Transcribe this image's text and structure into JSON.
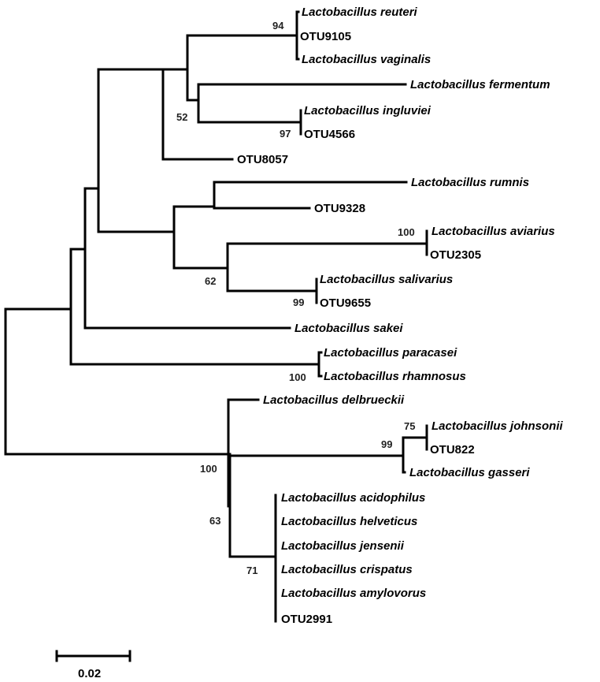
{
  "taxa": [
    {
      "label": "Lactobacillus reuteri",
      "italic": true
    },
    {
      "label": "OTU9105",
      "italic": false
    },
    {
      "label": "Lactobacillus vaginalis",
      "italic": true
    },
    {
      "label": "Lactobacillus fermentum",
      "italic": true
    },
    {
      "label": "Lactobacillus ingluviei",
      "italic": true
    },
    {
      "label": "OTU4566",
      "italic": false
    },
    {
      "label": "OTU8057",
      "italic": false
    },
    {
      "label": "Lactobacillus rumnis",
      "italic": true
    },
    {
      "label": "OTU9328",
      "italic": false
    },
    {
      "label": "Lactobacillus aviarius",
      "italic": true
    },
    {
      "label": "OTU2305",
      "italic": false
    },
    {
      "label": "Lactobacillus salivarius",
      "italic": true
    },
    {
      "label": "OTU9655",
      "italic": false
    },
    {
      "label": "Lactobacillus sakei",
      "italic": true
    },
    {
      "label": "Lactobacillus paracasei",
      "italic": true
    },
    {
      "label": "Lactobacillus rhamnosus",
      "italic": true
    },
    {
      "label": "Lactobacillus delbrueckii",
      "italic": true
    },
    {
      "label": "Lactobacillus johnsonii",
      "italic": true
    },
    {
      "label": "OTU822",
      "italic": false
    },
    {
      "label": "Lactobacillus gasseri",
      "italic": true
    },
    {
      "label": "Lactobacillus acidophilus",
      "italic": true
    },
    {
      "label": "Lactobacillus helveticus",
      "italic": true
    },
    {
      "label": "Lactobacillus jensenii",
      "italic": true
    },
    {
      "label": "Lactobacillus crispatus",
      "italic": true
    },
    {
      "label": "Lactobacillus amylovorus",
      "italic": true
    },
    {
      "label": "OTU2991",
      "italic": false
    }
  ],
  "bootstrap": [
    "94",
    "52",
    "97",
    "100",
    "62",
    "99",
    "100",
    "75",
    "99",
    "100",
    "63",
    "71"
  ],
  "scale_bar": {
    "label": "0.02"
  }
}
